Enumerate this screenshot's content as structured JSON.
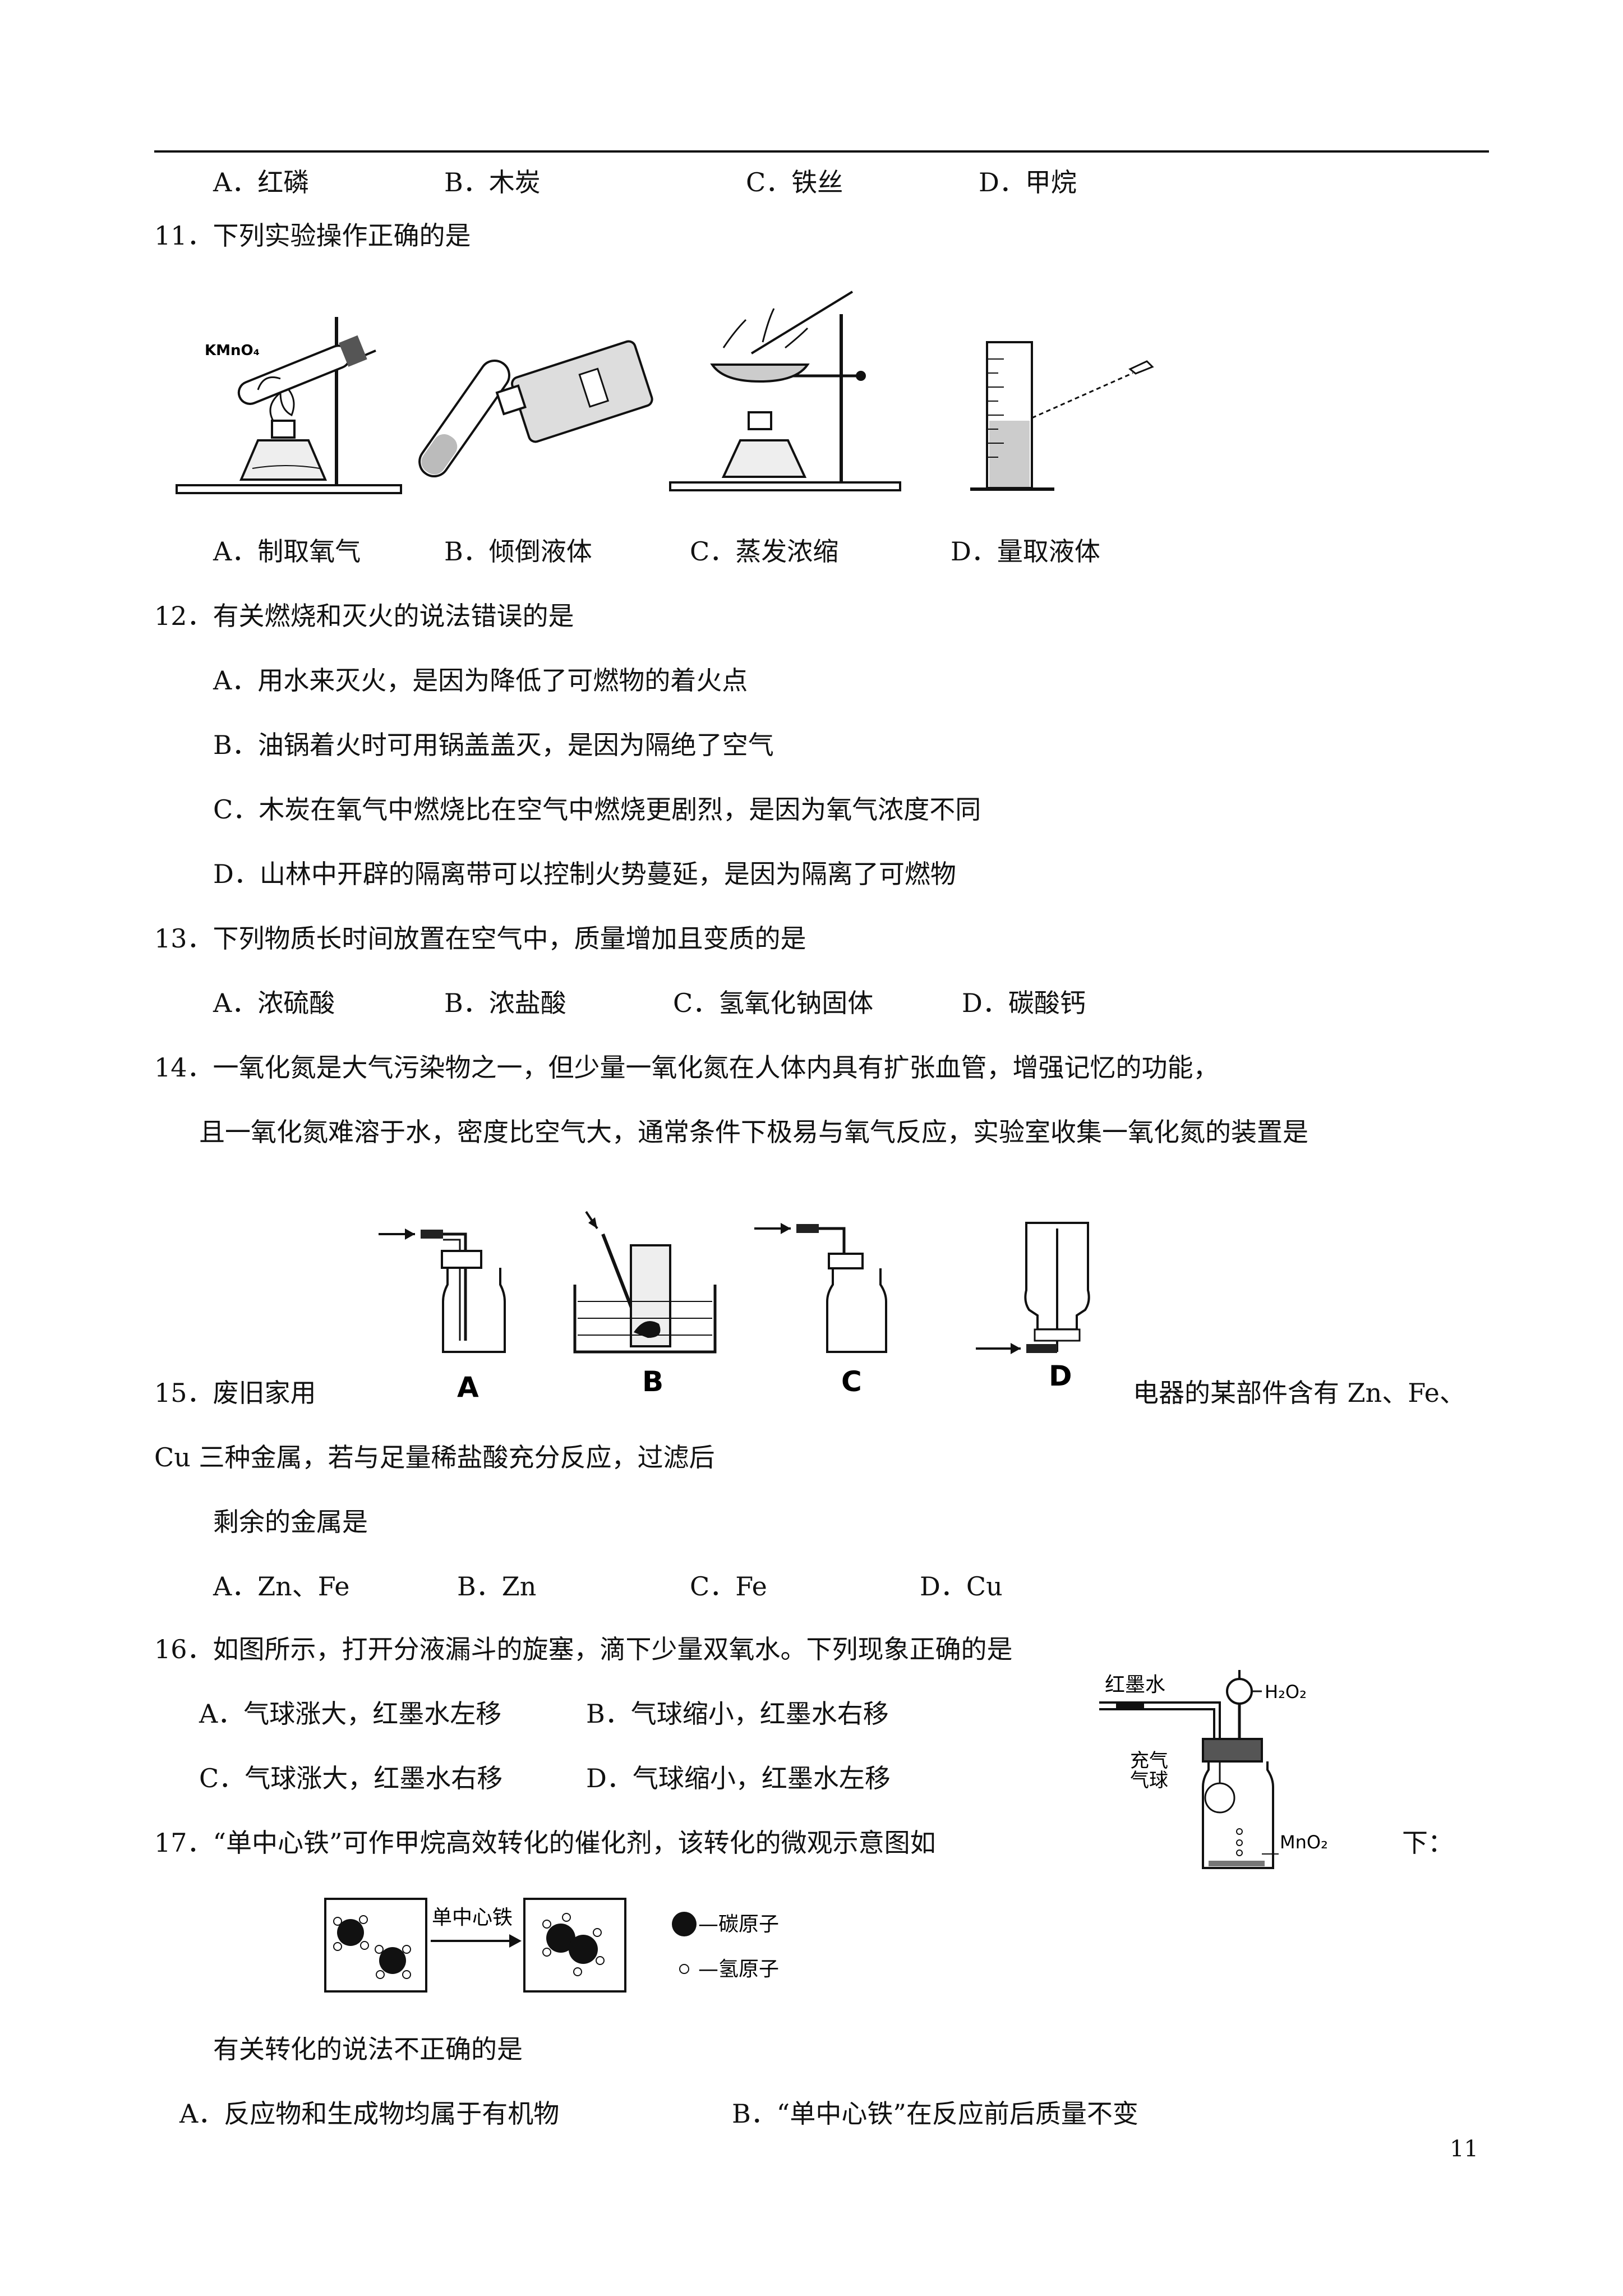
{
  "q10_options": [
    "A．红磷",
    "B．木炭",
    "C．铁丝",
    "D．甲烷"
  ],
  "q11": {
    "stem": "11．下列实验操作正确的是",
    "fig_label": "KMnO₄",
    "options": [
      "A．制取氧气",
      "B．倾倒液体",
      "C．蒸发浓缩",
      "D．量取液体"
    ]
  },
  "q12": {
    "stem": "12．有关燃烧和灭火的说法错误的是",
    "options": [
      "A．用水来灭火，是因为降低了可燃物的着火点",
      "B．油锅着火时可用锅盖盖灭，是因为隔绝了空气",
      "C．木炭在氧气中燃烧比在空气中燃烧更剧烈，是因为氧气浓度不同",
      "D．山林中开辟的隔离带可以控制火势蔓延，是因为隔离了可燃物"
    ]
  },
  "q13": {
    "stem": "13．下列物质长时间放置在空气中，质量增加且变质的是",
    "options": [
      "A．浓硫酸",
      "B．浓盐酸",
      "C．氢氧化钠固体",
      "D．碳酸钙"
    ]
  },
  "q14": {
    "line1": "14．一氧化氮是大气污染物之一，但少量一氧化氮在人体内具有扩张血管，增强记忆的功能，",
    "line2": "且一氧化氮难溶于水，密度比空气大，通常条件下极易与氧气反应，实验室收集一氧化氮的装置是",
    "fig_labels": [
      "A",
      "B",
      "C",
      "D"
    ]
  },
  "q15": {
    "line1_start": "15．废旧家用",
    "line1_end": "电器的某部件含有 Zn、Fe、",
    "line2": "Cu 三种金属，若与足量稀盐酸充分反应，过滤后",
    "line3": "剩余的金属是",
    "options": [
      "A．Zn、Fe",
      "B．Zn",
      "C．Fe",
      "D．Cu"
    ]
  },
  "q16": {
    "stem": "16．如图所示，打开分液漏斗的旋塞，滴下少量双氧水。下列现象正确的是",
    "options": [
      "A．气球涨大，红墨水左移",
      "B．气球缩小，红墨水右移",
      "C．气球涨大，红墨水右移",
      "D．气球缩小，红墨水左移"
    ],
    "fig_labels": {
      "ink": "红墨水",
      "h2o2": "H₂O₂",
      "balloon1": "充气",
      "balloon2": "气球",
      "mno2": "MnO₂"
    }
  },
  "q17": {
    "stem_start": "17．“单中心铁”可作甲烷高效转化的催化剂，该转化的微观示意图如",
    "stem_end": "下：",
    "arrow_label": "单中心铁",
    "legend": [
      "—碳原子",
      "—氢原子"
    ],
    "sub_stem": "有关转化的说法不正确的是",
    "options": [
      "A．反应物和生成物均属于有机物",
      "B．“单中心铁”在反应前后质量不变"
    ]
  },
  "page_number": "11"
}
